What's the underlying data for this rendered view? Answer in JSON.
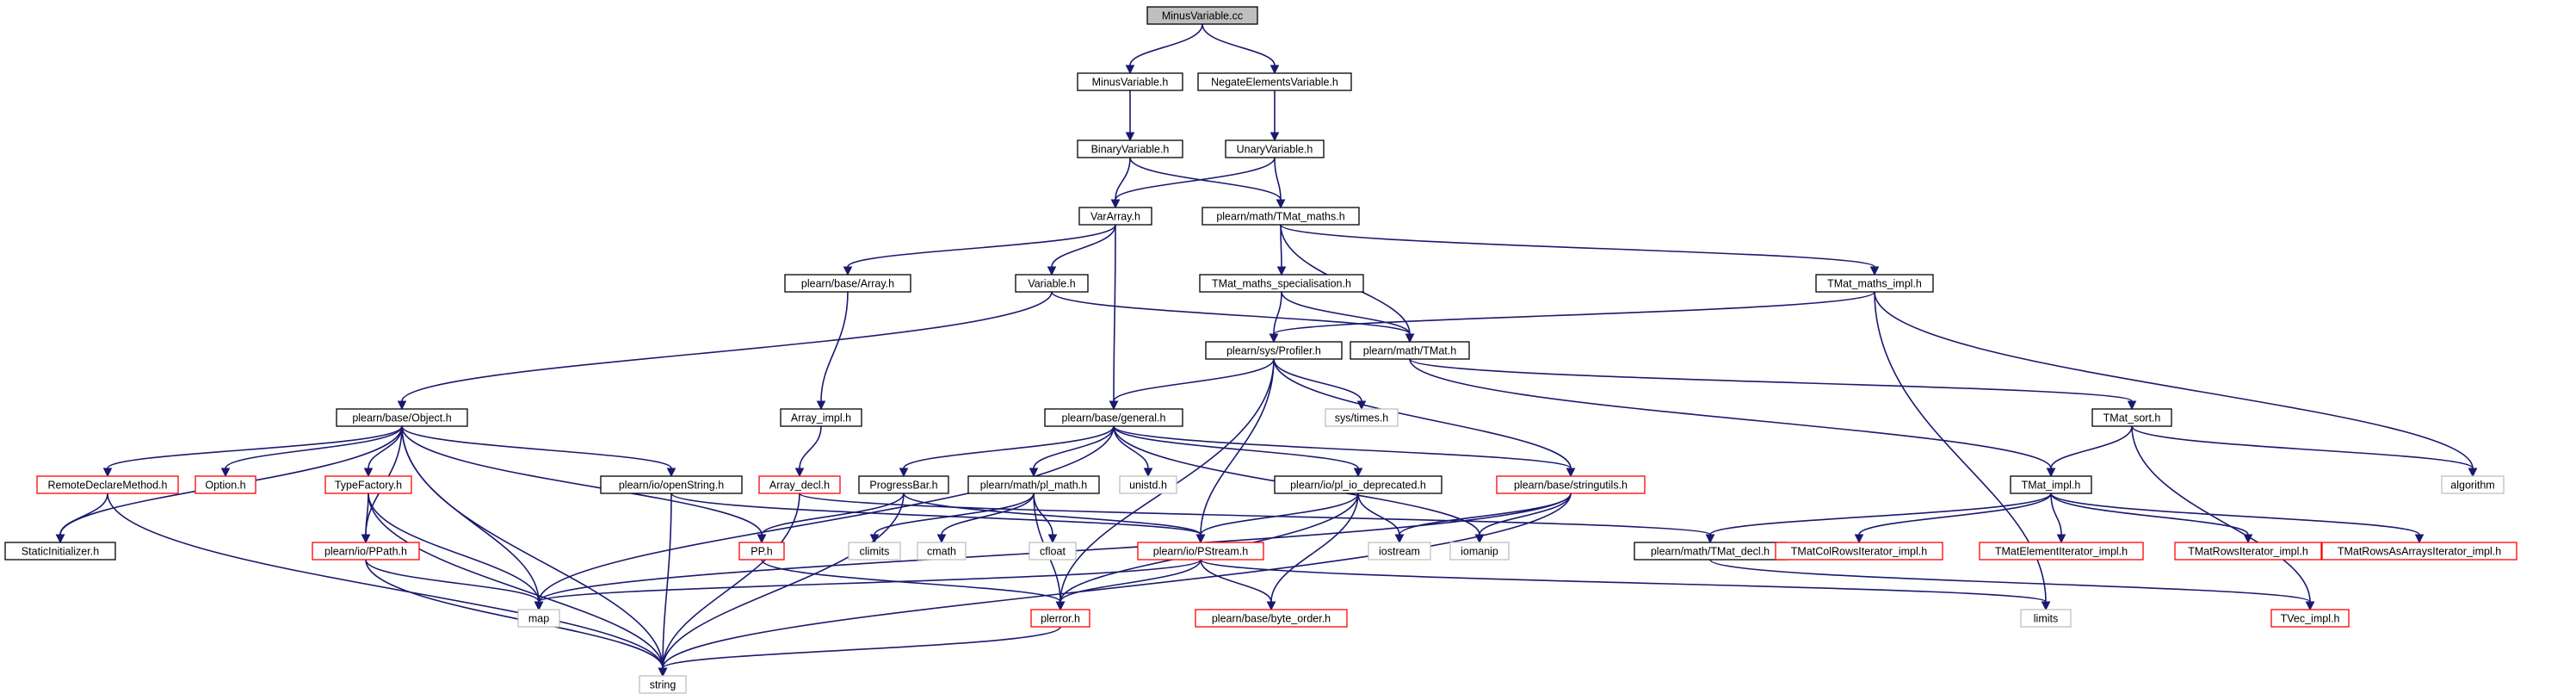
{
  "colors": {
    "root_fill": "#bfbfbf",
    "normal_stroke": "#000000",
    "red_stroke": "#ff0000",
    "system_stroke": "#bfbfbf",
    "edge": "#191970"
  },
  "nodes": [
    {
      "id": "MinusVariable_cc",
      "label": "MinusVariable.cc",
      "kind": "root"
    },
    {
      "id": "MinusVariable_h",
      "label": "MinusVariable.h",
      "kind": "normal"
    },
    {
      "id": "NegateElementsVariable_h",
      "label": "NegateElementsVariable.h",
      "kind": "normal"
    },
    {
      "id": "BinaryVariable_h",
      "label": "BinaryVariable.h",
      "kind": "normal"
    },
    {
      "id": "UnaryVariable_h",
      "label": "UnaryVariable.h",
      "kind": "normal"
    },
    {
      "id": "VarArray_h",
      "label": "VarArray.h",
      "kind": "normal"
    },
    {
      "id": "TMat_maths_h",
      "label": "plearn/math/TMat_maths.h",
      "kind": "normal"
    },
    {
      "id": "Array_h",
      "label": "plearn/base/Array.h",
      "kind": "normal"
    },
    {
      "id": "Variable_h",
      "label": "Variable.h",
      "kind": "normal"
    },
    {
      "id": "TMat_maths_specialisation_h",
      "label": "TMat_maths_specialisation.h",
      "kind": "normal"
    },
    {
      "id": "TMat_maths_impl_h",
      "label": "TMat_maths_impl.h",
      "kind": "normal"
    },
    {
      "id": "Profiler_h",
      "label": "plearn/sys/Profiler.h",
      "kind": "normal"
    },
    {
      "id": "TMat_h",
      "label": "plearn/math/TMat.h",
      "kind": "normal"
    },
    {
      "id": "Object_h",
      "label": "plearn/base/Object.h",
      "kind": "normal"
    },
    {
      "id": "Array_impl_h",
      "label": "Array_impl.h",
      "kind": "normal"
    },
    {
      "id": "general_h",
      "label": "plearn/base/general.h",
      "kind": "normal"
    },
    {
      "id": "times_h",
      "label": "sys/times.h",
      "kind": "system"
    },
    {
      "id": "TMat_sort_h",
      "label": "TMat_sort.h",
      "kind": "normal"
    },
    {
      "id": "algorithm",
      "label": "algorithm",
      "kind": "system"
    },
    {
      "id": "RemoteDeclareMethod_h",
      "label": "RemoteDeclareMethod.h",
      "kind": "red"
    },
    {
      "id": "Option_h",
      "label": "Option.h",
      "kind": "red"
    },
    {
      "id": "TypeFactory_h",
      "label": "TypeFactory.h",
      "kind": "red"
    },
    {
      "id": "openString_h",
      "label": "plearn/io/openString.h",
      "kind": "normal"
    },
    {
      "id": "Array_decl_h",
      "label": "Array_decl.h",
      "kind": "red"
    },
    {
      "id": "ProgressBar_h",
      "label": "ProgressBar.h",
      "kind": "normal"
    },
    {
      "id": "pl_math_h",
      "label": "plearn/math/pl_math.h",
      "kind": "normal"
    },
    {
      "id": "unistd_h",
      "label": "unistd.h",
      "kind": "system"
    },
    {
      "id": "pl_io_deprecated_h",
      "label": "plearn/io/pl_io_deprecated.h",
      "kind": "normal"
    },
    {
      "id": "stringutils_h",
      "label": "plearn/base/stringutils.h",
      "kind": "red"
    },
    {
      "id": "TMat_impl_h",
      "label": "TMat_impl.h",
      "kind": "normal"
    },
    {
      "id": "StaticInitializer_h",
      "label": "StaticInitializer.h",
      "kind": "normal"
    },
    {
      "id": "PPath_h",
      "label": "plearn/io/PPath.h",
      "kind": "red"
    },
    {
      "id": "PP_h",
      "label": "PP.h",
      "kind": "red"
    },
    {
      "id": "climits",
      "label": "climits",
      "kind": "system"
    },
    {
      "id": "cmath",
      "label": "cmath",
      "kind": "system"
    },
    {
      "id": "cfloat",
      "label": "cfloat",
      "kind": "system"
    },
    {
      "id": "PStream_h",
      "label": "plearn/io/PStream.h",
      "kind": "red"
    },
    {
      "id": "iostream",
      "label": "iostream",
      "kind": "system"
    },
    {
      "id": "iomanip",
      "label": "iomanip",
      "kind": "system"
    },
    {
      "id": "TMat_decl_h",
      "label": "plearn/math/TMat_decl.h",
      "kind": "normal"
    },
    {
      "id": "TMatColRowsIterator_impl_h",
      "label": "TMatColRowsIterator_impl.h",
      "kind": "red"
    },
    {
      "id": "TMatElementIterator_impl_h",
      "label": "TMatElementIterator_impl.h",
      "kind": "red"
    },
    {
      "id": "TMatRowsIterator_impl_h",
      "label": "TMatRowsIterator_impl.h",
      "kind": "red"
    },
    {
      "id": "TMatRowsAsArraysIterator_impl_h",
      "label": "TMatRowsAsArraysIterator_impl.h",
      "kind": "red"
    },
    {
      "id": "map",
      "label": "map",
      "kind": "system"
    },
    {
      "id": "plerror_h",
      "label": "plerror.h",
      "kind": "red"
    },
    {
      "id": "byte_order_h",
      "label": "plearn/base/byte_order.h",
      "kind": "red"
    },
    {
      "id": "limits",
      "label": "limits",
      "kind": "system"
    },
    {
      "id": "TVec_impl_h",
      "label": "TVec_impl.h",
      "kind": "red"
    },
    {
      "id": "string",
      "label": "string",
      "kind": "system"
    }
  ],
  "edges": [
    [
      "MinusVariable_cc",
      "MinusVariable_h"
    ],
    [
      "MinusVariable_cc",
      "NegateElementsVariable_h"
    ],
    [
      "MinusVariable_h",
      "BinaryVariable_h"
    ],
    [
      "NegateElementsVariable_h",
      "UnaryVariable_h"
    ],
    [
      "BinaryVariable_h",
      "VarArray_h"
    ],
    [
      "BinaryVariable_h",
      "TMat_maths_h"
    ],
    [
      "UnaryVariable_h",
      "VarArray_h"
    ],
    [
      "UnaryVariable_h",
      "TMat_maths_h"
    ],
    [
      "VarArray_h",
      "Array_h"
    ],
    [
      "VarArray_h",
      "Variable_h"
    ],
    [
      "VarArray_h",
      "general_h"
    ],
    [
      "TMat_maths_h",
      "TMat_maths_specialisation_h"
    ],
    [
      "TMat_maths_h",
      "TMat_maths_impl_h"
    ],
    [
      "TMat_maths_h",
      "TMat_h"
    ],
    [
      "Array_h",
      "Array_impl_h"
    ],
    [
      "Variable_h",
      "Object_h"
    ],
    [
      "Variable_h",
      "TMat_h"
    ],
    [
      "TMat_maths_specialisation_h",
      "Profiler_h"
    ],
    [
      "TMat_maths_specialisation_h",
      "TMat_h"
    ],
    [
      "TMat_maths_impl_h",
      "Profiler_h"
    ],
    [
      "TMat_maths_impl_h",
      "algorithm"
    ],
    [
      "TMat_maths_impl_h",
      "limits"
    ],
    [
      "Profiler_h",
      "general_h"
    ],
    [
      "Profiler_h",
      "times_h"
    ],
    [
      "Profiler_h",
      "stringutils_h"
    ],
    [
      "Profiler_h",
      "PStream_h"
    ],
    [
      "Profiler_h",
      "plerror_h"
    ],
    [
      "TMat_h",
      "TMat_sort_h"
    ],
    [
      "TMat_h",
      "TMat_impl_h"
    ],
    [
      "Array_impl_h",
      "Array_decl_h"
    ],
    [
      "Object_h",
      "RemoteDeclareMethod_h"
    ],
    [
      "Object_h",
      "Option_h"
    ],
    [
      "Object_h",
      "TypeFactory_h"
    ],
    [
      "Object_h",
      "openString_h"
    ],
    [
      "Object_h",
      "StaticInitializer_h"
    ],
    [
      "Object_h",
      "PPath_h"
    ],
    [
      "Object_h",
      "PP_h"
    ],
    [
      "Object_h",
      "map"
    ],
    [
      "Object_h",
      "string"
    ],
    [
      "general_h",
      "ProgressBar_h"
    ],
    [
      "general_h",
      "pl_math_h"
    ],
    [
      "general_h",
      "unistd_h"
    ],
    [
      "general_h",
      "pl_io_deprecated_h"
    ],
    [
      "general_h",
      "stringutils_h"
    ],
    [
      "general_h",
      "map"
    ],
    [
      "general_h",
      "iomanip"
    ],
    [
      "TMat_sort_h",
      "TMat_impl_h"
    ],
    [
      "TMat_sort_h",
      "algorithm"
    ],
    [
      "TMat_sort_h",
      "TVec_impl_h"
    ],
    [
      "TMat_impl_h",
      "TMat_decl_h"
    ],
    [
      "TMat_impl_h",
      "TMatColRowsIterator_impl_h"
    ],
    [
      "TMat_impl_h",
      "TMatElementIterator_impl_h"
    ],
    [
      "TMat_impl_h",
      "TMatRowsIterator_impl_h"
    ],
    [
      "TMat_impl_h",
      "TMatRowsAsArraysIterator_impl_h"
    ],
    [
      "RemoteDeclareMethod_h",
      "StaticInitializer_h"
    ],
    [
      "RemoteDeclareMethod_h",
      "string"
    ],
    [
      "TypeFactory_h",
      "PPath_h"
    ],
    [
      "TypeFactory_h",
      "map"
    ],
    [
      "TypeFactory_h",
      "string"
    ],
    [
      "openString_h",
      "PStream_h"
    ],
    [
      "openString_h",
      "string"
    ],
    [
      "Array_decl_h",
      "TMat_decl_h"
    ],
    [
      "Array_decl_h",
      "string"
    ],
    [
      "ProgressBar_h",
      "PP_h"
    ],
    [
      "ProgressBar_h",
      "PStream_h"
    ],
    [
      "ProgressBar_h",
      "string"
    ],
    [
      "pl_math_h",
      "climits"
    ],
    [
      "pl_math_h",
      "cmath"
    ],
    [
      "pl_math_h",
      "cfloat"
    ],
    [
      "pl_math_h",
      "plerror_h"
    ],
    [
      "pl_io_deprecated_h",
      "PStream_h"
    ],
    [
      "pl_io_deprecated_h",
      "iostream"
    ],
    [
      "pl_io_deprecated_h",
      "plerror_h"
    ],
    [
      "pl_io_deprecated_h",
      "byte_order_h"
    ],
    [
      "stringutils_h",
      "iostream"
    ],
    [
      "stringutils_h",
      "iomanip"
    ],
    [
      "stringutils_h",
      "map"
    ],
    [
      "stringutils_h",
      "string"
    ],
    [
      "PPath_h",
      "map"
    ],
    [
      "PPath_h",
      "string"
    ],
    [
      "PP_h",
      "plerror_h"
    ],
    [
      "PStream_h",
      "map"
    ],
    [
      "PStream_h",
      "plerror_h"
    ],
    [
      "PStream_h",
      "byte_order_h"
    ],
    [
      "PStream_h",
      "limits"
    ],
    [
      "TMat_decl_h",
      "TVec_impl_h"
    ],
    [
      "plerror_h",
      "string"
    ]
  ]
}
